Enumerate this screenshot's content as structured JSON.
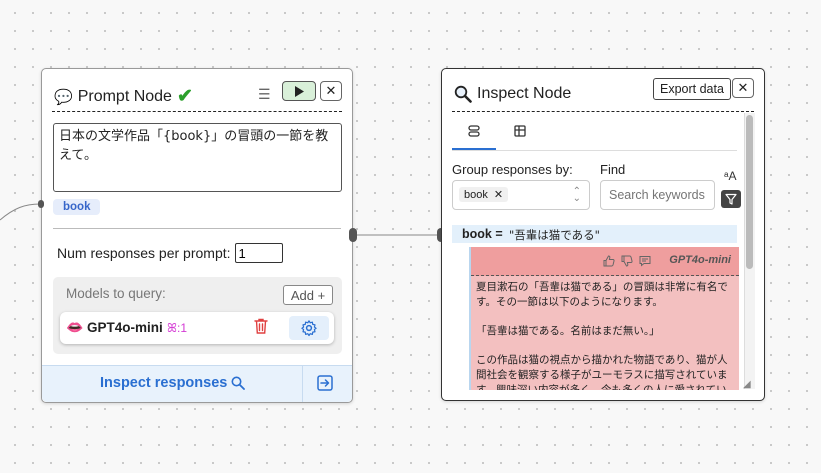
{
  "prompt_node": {
    "title": "Prompt Node",
    "prompt_text": "日本の文学作品「{book}」の冒頭の一節を教えて。",
    "variable": "book",
    "num_responses_label": "Num responses per prompt:",
    "num_responses_value": "1",
    "models_label": "Models to query:",
    "add_label": "Add +",
    "model": {
      "name": "GPT4o-mini",
      "count": "1"
    },
    "inspect_label": "Inspect responses"
  },
  "inspect_node": {
    "title": "Inspect Node",
    "export_label": "Export data",
    "group_label": "Group responses by:",
    "group_value": "book",
    "find_label": "Find",
    "find_placeholder": "Search keywords",
    "group_key": "book =",
    "group_val": "\"吾輩は猫である\"",
    "response_model": "GPT4o-mini",
    "response_paragraphs": [
      "夏目漱石の「吾輩は猫である」の冒頭は非常に有名です。その一節は以下のようになります。",
      "「吾輩は猫である。名前はまだ無い。」",
      "この作品は猫の視点から描かれた物語であり、猫が人間社会を観察する様子がユーモラスに描写されています。興味深い内容が多く、今も多くの人に愛されています。"
    ]
  },
  "colors": {
    "accent": "#2a6fd1",
    "response_bg": "#f3c0c0",
    "response_header": "#ef9e9e",
    "check": "#2ca02c"
  }
}
